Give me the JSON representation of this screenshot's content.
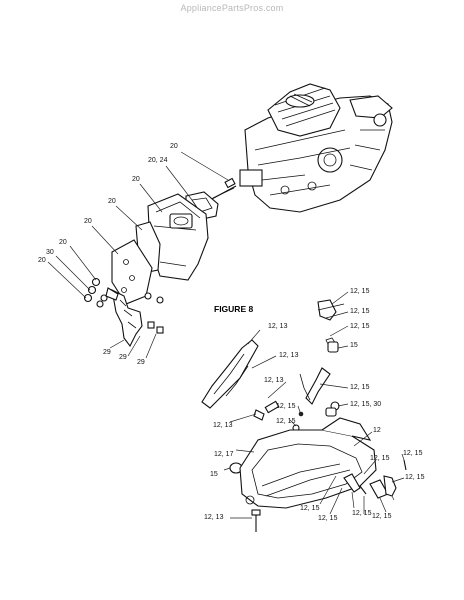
{
  "watermark": "AppliancePartsPros.com",
  "figure_title": "FIGURE 8",
  "callouts": [
    {
      "id": "c1",
      "text": "20"
    },
    {
      "id": "c2",
      "text": "20, 24"
    },
    {
      "id": "c3",
      "text": "20"
    },
    {
      "id": "c4",
      "text": "20"
    },
    {
      "id": "c5",
      "text": "20"
    },
    {
      "id": "c6",
      "text": "20"
    },
    {
      "id": "c7",
      "text": "30"
    },
    {
      "id": "c8",
      "text": "20"
    },
    {
      "id": "c9",
      "text": "29"
    },
    {
      "id": "c10",
      "text": "29"
    },
    {
      "id": "c11",
      "text": "29"
    },
    {
      "id": "c12",
      "text": "12, 15"
    },
    {
      "id": "c13",
      "text": "12, 15"
    },
    {
      "id": "c14",
      "text": "12, 15"
    },
    {
      "id": "c15",
      "text": "12, 13"
    },
    {
      "id": "c16",
      "text": "12, 13"
    },
    {
      "id": "c17",
      "text": "15"
    },
    {
      "id": "c18",
      "text": "12, 13"
    },
    {
      "id": "c19",
      "text": "12, 15"
    },
    {
      "id": "c20",
      "text": "12, 15, 30"
    },
    {
      "id": "c21",
      "text": "12, 13"
    },
    {
      "id": "c22",
      "text": "12, 15"
    },
    {
      "id": "c23",
      "text": "12"
    },
    {
      "id": "c24",
      "text": "12, 17"
    },
    {
      "id": "c25",
      "text": "15"
    },
    {
      "id": "c26",
      "text": "12, 15"
    },
    {
      "id": "c27",
      "text": "12, 15"
    },
    {
      "id": "c28",
      "text": "12, 15"
    },
    {
      "id": "c29",
      "text": "12, 15"
    },
    {
      "id": "c30",
      "text": "12, 15"
    },
    {
      "id": "c31",
      "text": "12, 15"
    },
    {
      "id": "c32",
      "text": "12, 15"
    },
    {
      "id": "c33",
      "text": "12, 15"
    },
    {
      "id": "c34",
      "text": "12, 13"
    }
  ]
}
